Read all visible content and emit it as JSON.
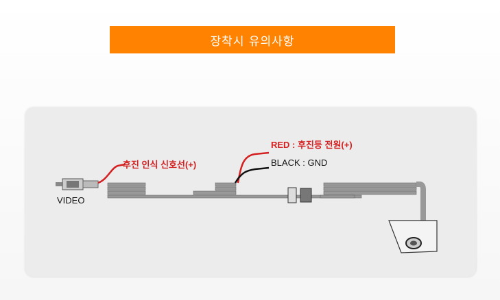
{
  "banner": {
    "title": "장착시 유의사항"
  },
  "diagram": {
    "video_label": "VIDEO",
    "reverse_signal_label": "후진 인식 신호선(+)",
    "red_label": "RED : 후진등 전원(+)",
    "black_label": "BLACK : GND"
  },
  "colors": {
    "banner": "#ff8200",
    "red_wire": "#d42020"
  }
}
